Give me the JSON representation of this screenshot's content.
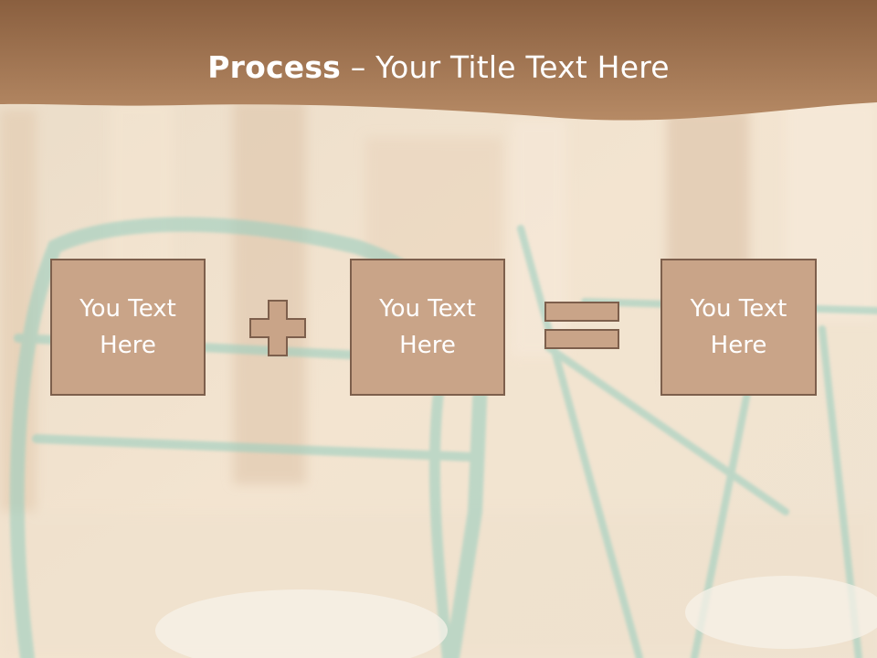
{
  "slide": {
    "title_bold": "Process",
    "title_rest": " – Your Title Text Here",
    "boxes": [
      {
        "text": "You Text Here"
      },
      {
        "text": "You Text Here"
      },
      {
        "text": "You Text Here"
      }
    ],
    "operators": [
      "plus-icon",
      "equals-icon"
    ]
  },
  "colors": {
    "header_band": "#a0724f",
    "box_fill": "#c9a488",
    "box_border": "#7d5f4c",
    "text": "#ffffff",
    "chair_teal": "#9ccfc0"
  }
}
